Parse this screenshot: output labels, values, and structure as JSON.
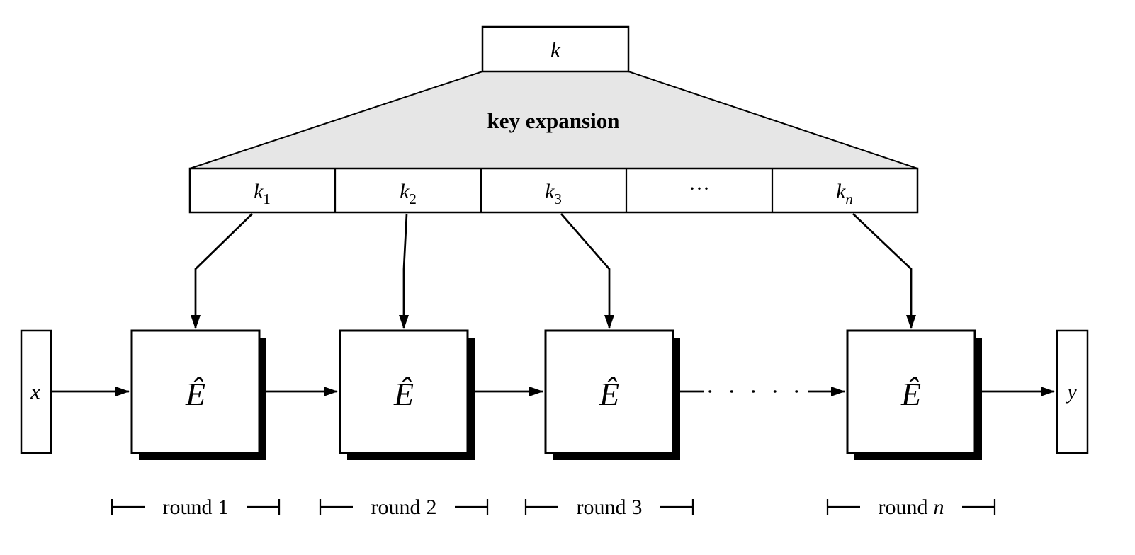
{
  "diagram": {
    "key_box": {
      "label": "k"
    },
    "key_expansion": {
      "label": "key expansion"
    },
    "colors": {
      "trapezoid_fill": "#e6e6e6",
      "stroke": "#000000",
      "background": "#ffffff"
    },
    "subkeys": [
      {
        "base": "k",
        "sub": "1"
      },
      {
        "base": "k",
        "sub": "2"
      },
      {
        "base": "k",
        "sub": "3"
      },
      {
        "base": "···",
        "sub": ""
      },
      {
        "base": "k",
        "sub": "n"
      }
    ],
    "input_box": {
      "label": "x"
    },
    "output_box": {
      "label": "y"
    },
    "rounds": [
      {
        "box_label": "Ê",
        "marker_prefix": "round",
        "marker_num": "1"
      },
      {
        "box_label": "Ê",
        "marker_prefix": "round",
        "marker_num": "2"
      },
      {
        "box_label": "Ê",
        "marker_prefix": "round",
        "marker_num": "3"
      },
      {
        "box_label": "Ê",
        "marker_prefix": "round",
        "marker_num": "n"
      }
    ]
  }
}
